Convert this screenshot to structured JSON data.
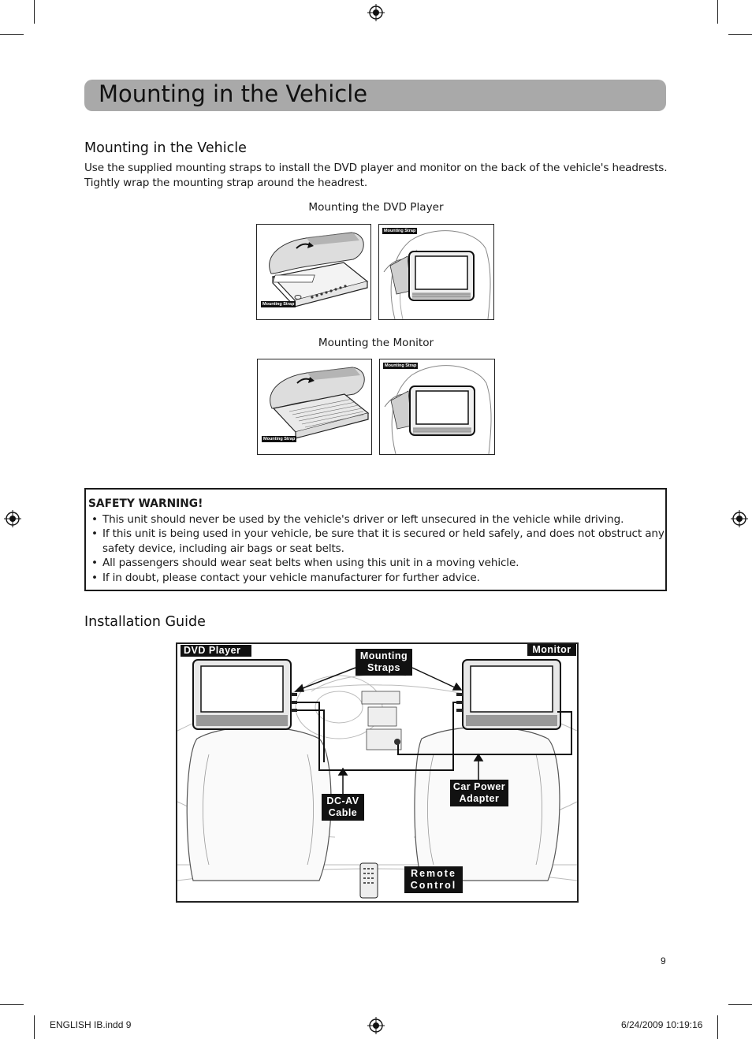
{
  "page": {
    "title": "Mounting in the Vehicle",
    "section_heading": "Mounting in the Vehicle",
    "intro": "Use the supplied mounting straps to install the DVD player and monitor on the back of the vehicle's headrests. Tightly wrap the mounting strap around the headrest.",
    "figures": {
      "dvd_caption": "Mounting the DVD Player",
      "monitor_caption": "Mounting the Monitor",
      "strap_label": "Mounting Strap"
    },
    "warning": {
      "title": "SAFETY WARNING!",
      "items": [
        "This unit should never be used by the vehicle's driver or left unsecured in the vehicle while driving.",
        "If this unit is being used in your vehicle, be sure that it is secured or held safely, and does not obstruct any safety device, including air bags or seat belts.",
        "All passengers should wear seat belts when using this unit in a moving vehicle.",
        "If in doubt, please contact your vehicle manufacturer for further advice."
      ]
    },
    "installation": {
      "heading": "Installation Guide",
      "labels": {
        "dvd_player": "DVD Player",
        "monitor": "Monitor",
        "mounting_straps": "Mounting Straps",
        "dc_av_cable": "DC-AV Cable",
        "car_power_adapter": "Car Power Adapter",
        "remote_control": "Remote Control"
      }
    },
    "page_number": "9",
    "footer_left": "ENGLISH IB.indd   9",
    "footer_right": "6/24/2009   10:19:16"
  }
}
